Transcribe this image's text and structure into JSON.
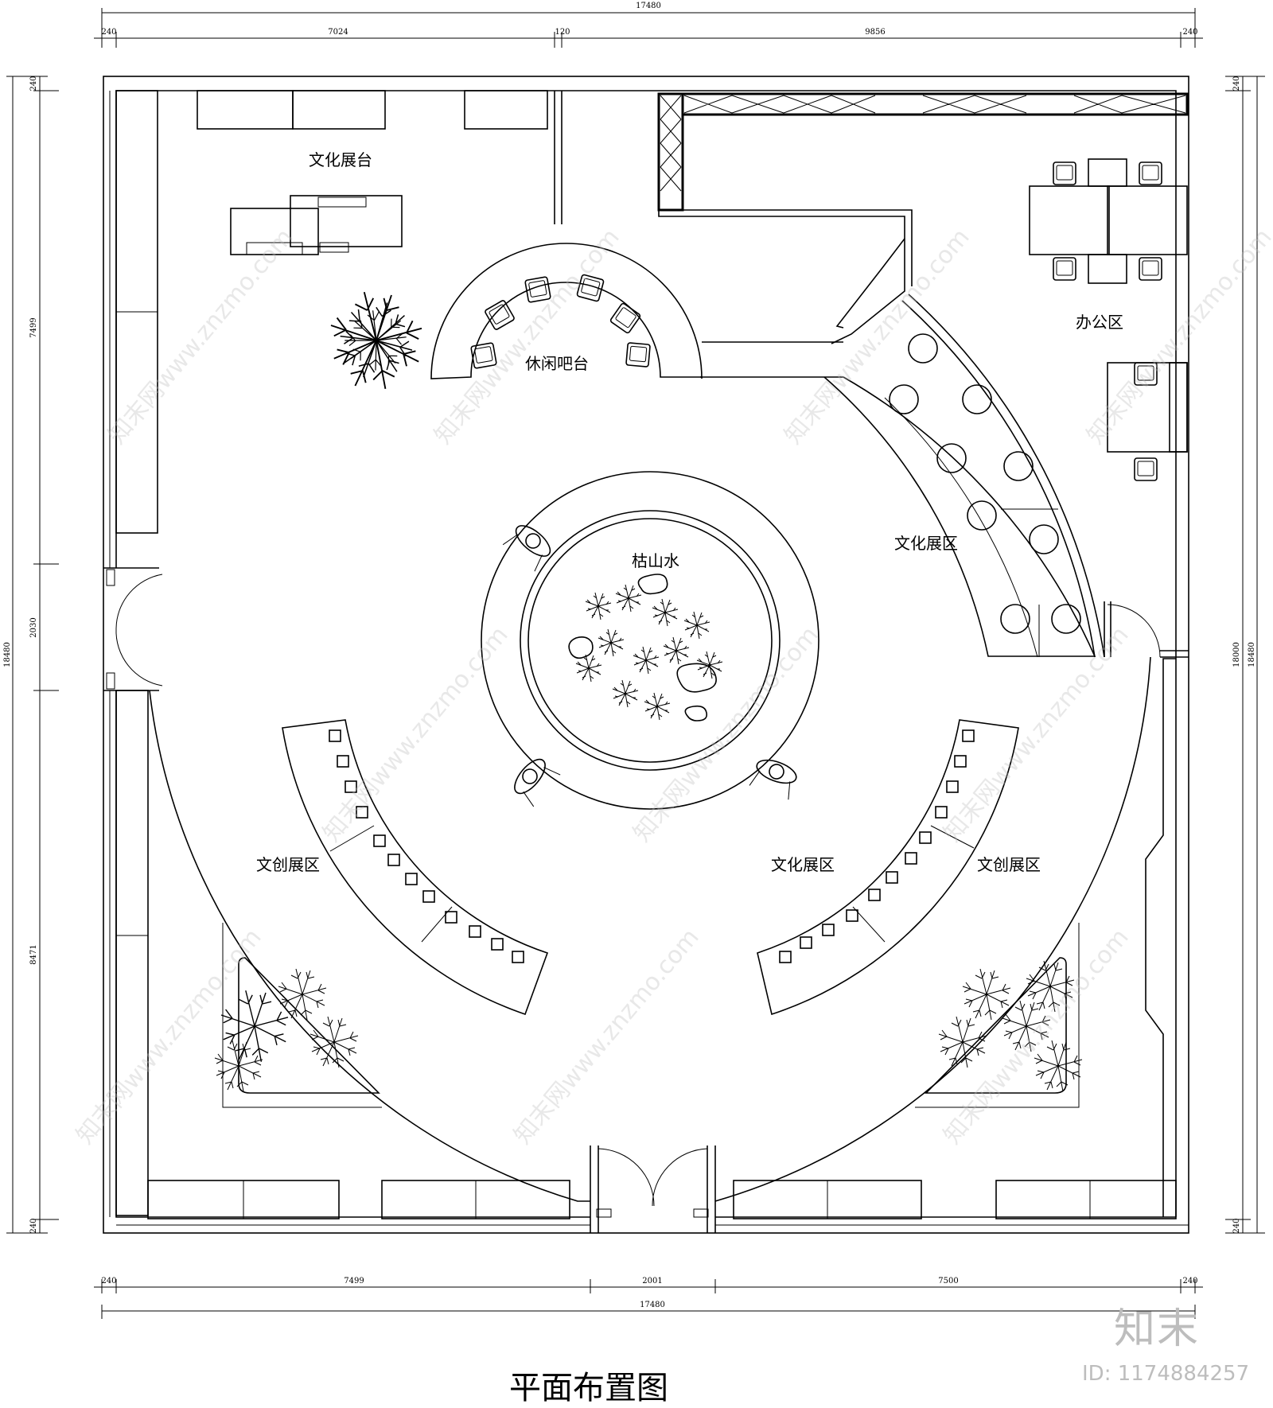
{
  "title": "平面布置图",
  "logo": "知末",
  "image_id": "ID: 1174884257",
  "watermark": "知末网www.znzmo.com",
  "labels": {
    "culture_stand": "文化展台",
    "leisure_bar": "休闲吧台",
    "office": "办公区",
    "culture_zone_right": "文化展区",
    "dry_landscape": "枯山水",
    "creative_zone_left": "文创展区",
    "culture_zone_center": "文化展区",
    "creative_zone_right": "文创展区"
  },
  "dims": {
    "top_total": "17480",
    "top_segments": [
      "240",
      "7024",
      "120",
      "9856",
      "240"
    ],
    "bottom_total": "17480",
    "bottom_segments": [
      "240",
      "7499",
      "2001",
      "7500",
      "240"
    ],
    "left_total": "18480",
    "left_segments": [
      "240",
      "7499",
      "2030",
      "8471",
      "240"
    ],
    "right_total": "18480",
    "right_inner": "18000",
    "right_segments": [
      "240",
      "240"
    ]
  }
}
